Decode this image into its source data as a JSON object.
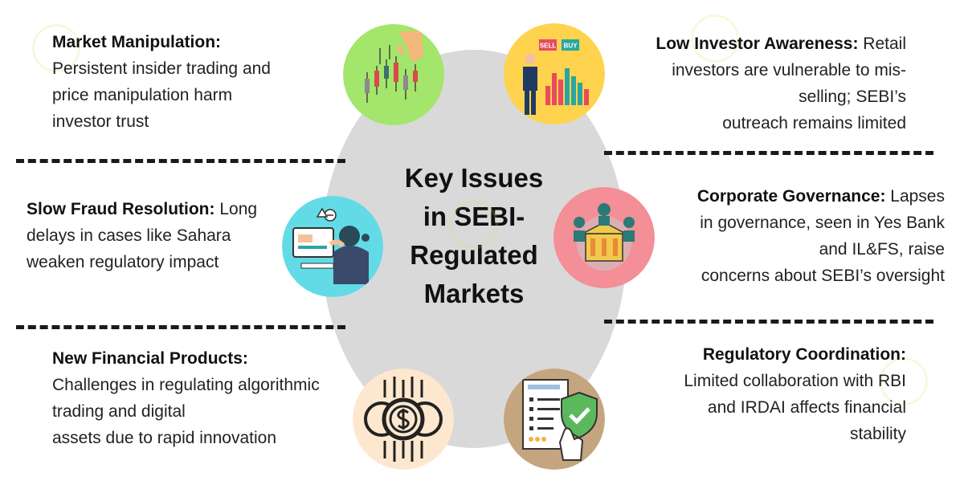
{
  "title": "Key Issues\nin SEBI-\nRegulated\nMarkets",
  "issues": {
    "market_manipulation": {
      "heading": "Market Manipulation:",
      "lines": [
        "Persistent insider trading and",
        "price manipulation harm",
        "investor trust"
      ]
    },
    "low_investor_awareness": {
      "heading": "Low Investor Awareness:",
      "first_line_rest": " Retail",
      "lines": [
        "investors are vulnerable to mis-",
        "selling; SEBI’s",
        "outreach remains limited"
      ]
    },
    "slow_fraud_resolution": {
      "heading": "Slow Fraud Resolution:",
      "first_line_rest": " Long",
      "lines": [
        "delays in cases like Sahara",
        "weaken regulatory impact"
      ]
    },
    "corporate_governance": {
      "heading": "Corporate Governance:",
      "first_line_rest": " Lapses",
      "lines": [
        "in governance, seen in Yes Bank",
        "and IL&FS, raise",
        "concerns about SEBI’s oversight"
      ]
    },
    "new_financial_products": {
      "heading": "New Financial Products:",
      "lines": [
        "Challenges in regulating algorithmic",
        "trading and digital",
        "assets due to rapid innovation"
      ]
    },
    "regulatory_coordination": {
      "heading": "Regulatory Coordination:",
      "lines": [
        "Limited collaboration with RBI",
        "and IRDAI affects financial",
        "stability"
      ]
    },
    "buy_sell": {
      "sell": "SELL",
      "buy": "BUY"
    }
  },
  "colors": {
    "center_oval": "#d9d9d9",
    "green_circle": "#a4e56b",
    "yellow_circle": "#ffd34d",
    "cyan_circle": "#62dbe6",
    "pink_circle": "#f48e97",
    "peach_circle": "#fde8cf",
    "tan_circle": "#c4a57f"
  },
  "icons": [
    "candlestick-chart-icon",
    "investor-buy-sell-icon",
    "fraud-stress-icon",
    "governance-team-icon",
    "digital-currency-icon",
    "checklist-shield-icon"
  ]
}
